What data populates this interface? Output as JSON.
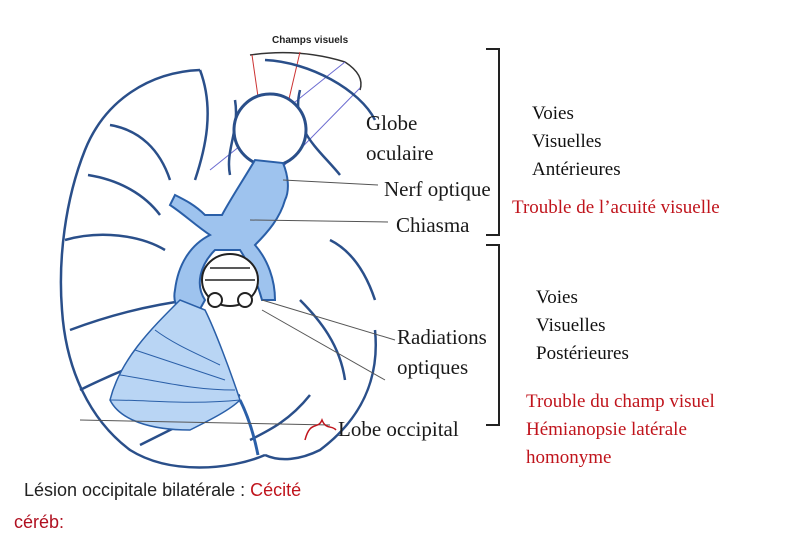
{
  "diagram": {
    "small_title": "Champs visuels",
    "labels": {
      "globe": [
        "Globe",
        "oculaire"
      ],
      "nerf": "Nerf optique",
      "chiasma": "Chiasma",
      "radiations": [
        "Radiations",
        "optiques"
      ],
      "lobe": "Lobe occipital"
    }
  },
  "anterior": {
    "title_lines": [
      "Voies",
      "Visuelles",
      "Antérieures"
    ],
    "trouble": "Trouble de l’acuité visuelle"
  },
  "posterior": {
    "title_lines": [
      "Voies",
      "Visuelles",
      "Postérieures"
    ],
    "trouble_lines": [
      "Trouble du champ visuel",
      "Hémianopsie latérale",
      "homonyme"
    ]
  },
  "footer": {
    "lesion_prefix": "Lésion occipitale bilatérale : ",
    "lesion_red": "Cécité",
    "line2": "céréb:"
  },
  "colors": {
    "pathway_blue": "#9ec3ee",
    "pathway_stroke": "#2a5fa8",
    "trouble_red": "#c0141c"
  }
}
